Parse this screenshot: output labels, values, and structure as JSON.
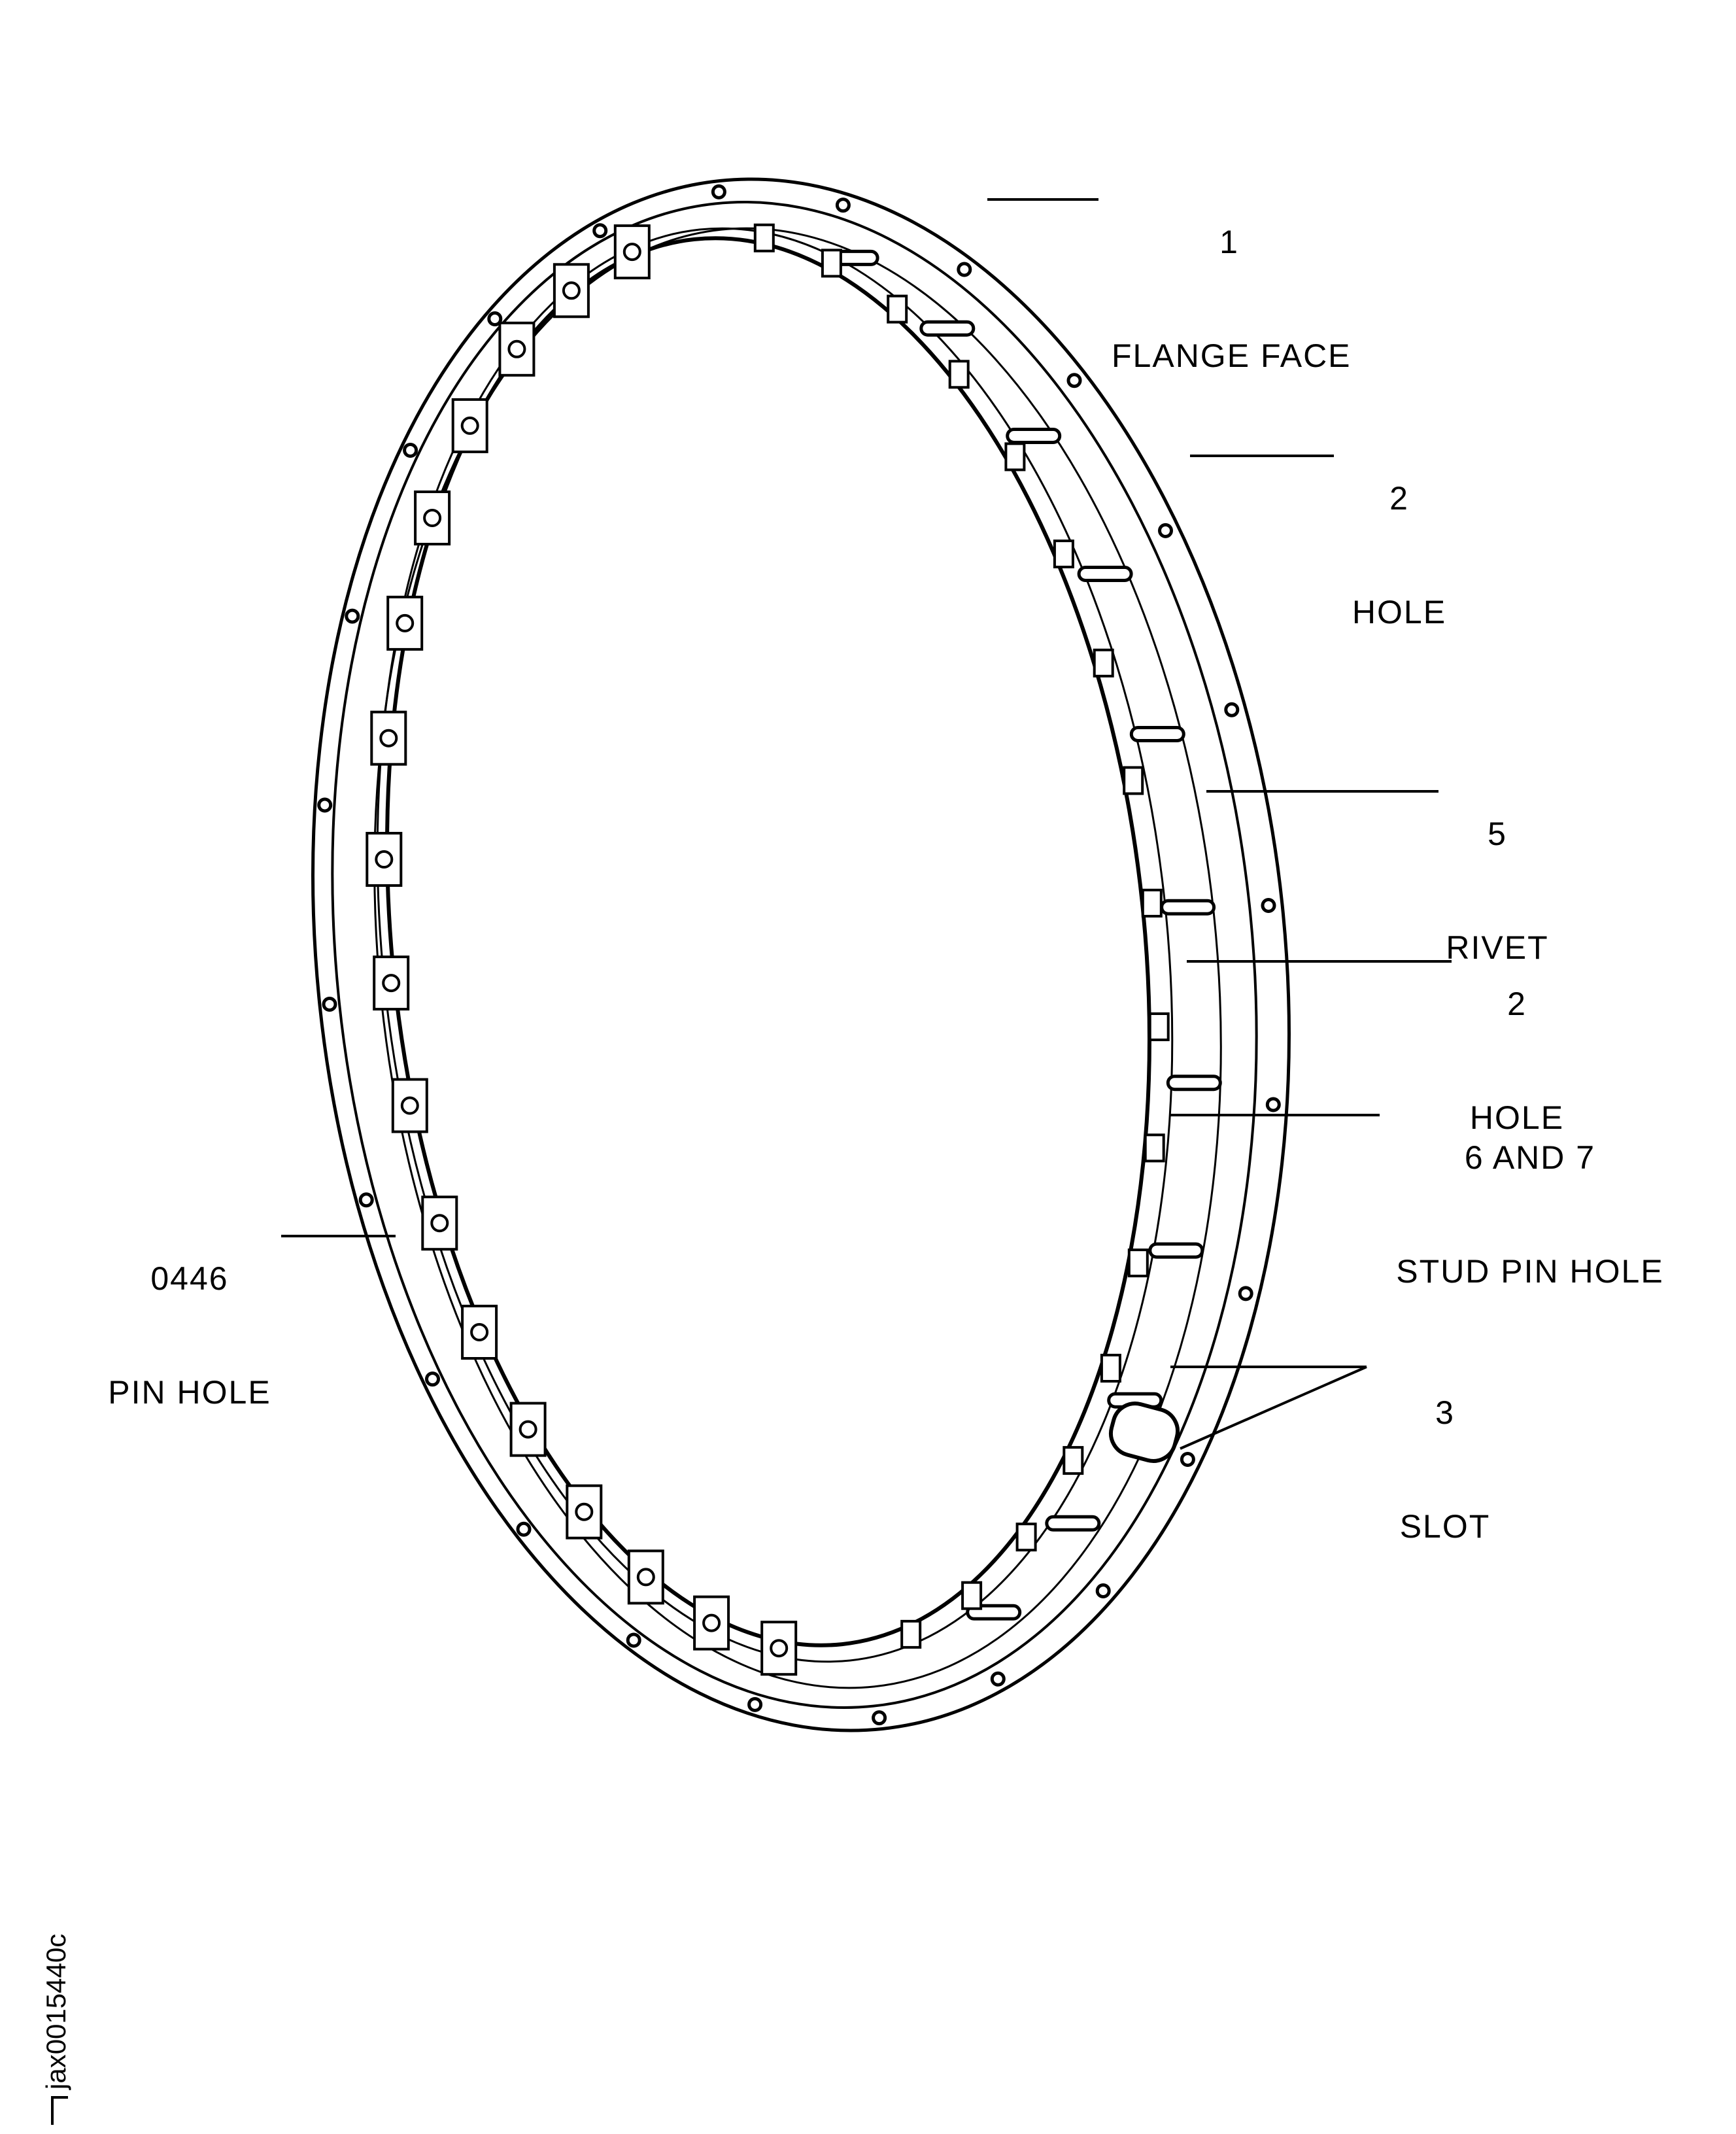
{
  "callouts": [
    {
      "number": "1",
      "label": "FLANGE FACE"
    },
    {
      "number": "2",
      "label": "HOLE"
    },
    {
      "number": "5",
      "label": "RIVET"
    },
    {
      "number": "2",
      "label": "HOLE"
    },
    {
      "number": "6 AND 7",
      "label": "STUD PIN HOLE"
    },
    {
      "number": "0446",
      "label": "PIN HOLE"
    },
    {
      "number": "3",
      "label": "SLOT"
    }
  ],
  "figure_id": "jax0015440c"
}
